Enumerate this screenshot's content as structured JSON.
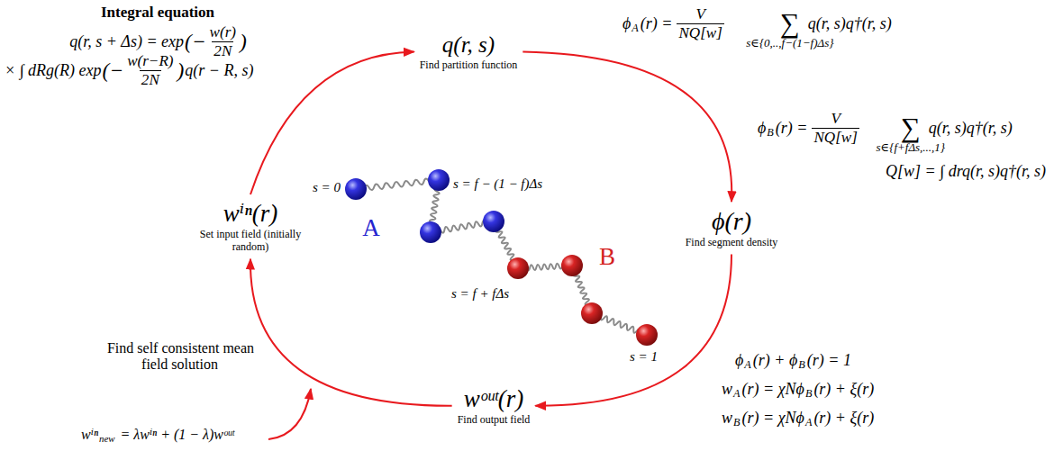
{
  "diagram": {
    "nodes": [
      {
        "text": [
          "q(r, s)",
          "Find partition function"
        ]
      },
      {
        "text": [
          "wⁱⁿ(r)",
          "Set input field (initially random)"
        ]
      },
      {
        "text": [
          "ϕ(r)",
          "Find segment density"
        ]
      },
      {
        "text": [
          "wᵒᵘᵗ(r)",
          "Find output field"
        ]
      }
    ],
    "edges": [
      {
        "from": 1,
        "to": 0,
        "arrow": "to"
      },
      {
        "from": 0,
        "to": 2,
        "arrow": "to"
      },
      {
        "from": 2,
        "to": 3,
        "arrow": "to"
      },
      {
        "from": 3,
        "to": 1,
        "arrow": "to"
      }
    ],
    "labels": [
      "Integral equation",
      "q(r, s + Δs) = exp",
      "(−",
      "w(r)",
      "2N",
      ")",
      "× ∫ dRg(R) exp",
      "(−",
      "w(r−R)",
      "2N",
      ")",
      "q(r − R, s)",
      "ϕ",
      "A",
      "(r) =",
      "V",
      "NQ[w]",
      "∑",
      "s∈{0,..,f−(1−f)Δs}",
      "q(r, s)q†(r, s)",
      "ϕ",
      "B",
      "(r) =",
      "V",
      "NQ[w]",
      "∑",
      "s∈{f+fΔs,...,1}",
      "q(r, s)q†(r, s)",
      "Q[w] = ∫ drq(r, s)q†(r, s)",
      "s = 0",
      "s = f − (1 − f)Δs",
      "A",
      "B",
      "s = f + fΔs",
      "s = 1",
      "ϕ",
      "A",
      "(r) + ϕ",
      "B",
      "(r) = 1",
      "w",
      "A",
      "(r) = χNϕ",
      "B",
      "(r) + ξ(r)",
      "w",
      "B",
      "(r) = χNϕ",
      "A",
      "(r) + ξ(r)",
      "Find self consistent mean field solution",
      "wⁱⁿ",
      "new",
      "= λwⁱⁿ + (1 − λ)wᵒᵘᵗ"
    ]
  }
}
